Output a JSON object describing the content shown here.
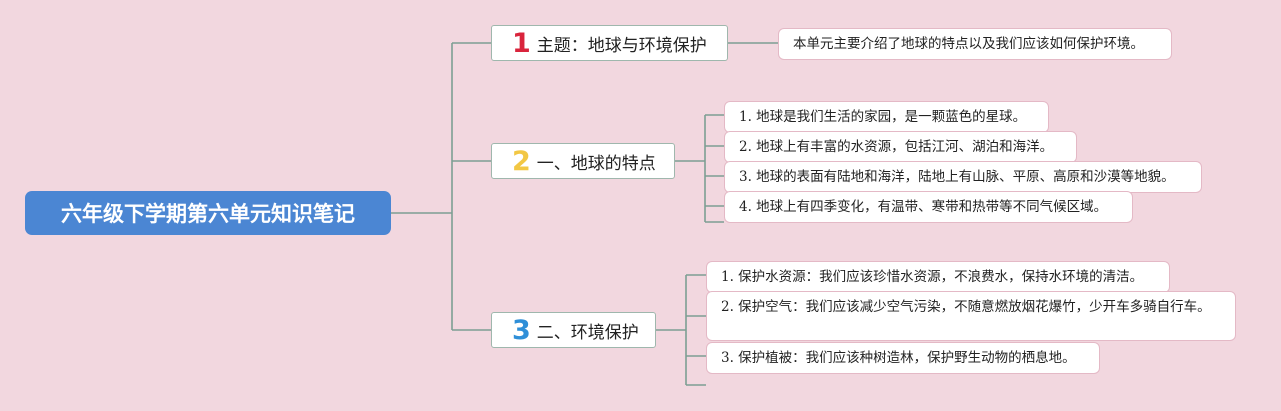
{
  "root": {
    "title": "六年级下学期第六单元知识笔记"
  },
  "branches": [
    {
      "number": "1",
      "number_color": "#d9243c",
      "label": "主题：地球与环境保护",
      "children": [
        "本单元主要介绍了地球的特点以及我们应该如何保护环境。"
      ]
    },
    {
      "number": "2",
      "number_color": "#f2c744",
      "label": "一、地球的特点",
      "children": [
        "1. 地球是我们生活的家园，是一颗蓝色的星球。",
        "2. 地球上有丰富的水资源，包括江河、湖泊和海洋。",
        "3. 地球的表面有陆地和海洋，陆地上有山脉、平原、高原和沙漠等地貌。",
        "4. 地球上有四季变化，有温带、寒带和热带等不同气候区域。"
      ]
    },
    {
      "number": "3",
      "number_color": "#2f8fd8",
      "label": "二、环境保护",
      "children": [
        "1. 保护水资源：我们应该珍惜水资源，不浪费水，保持水环境的清洁。",
        "2. 保护空气：我们应该减少空气污染，不随意燃放烟花爆竹，少开车多骑自行车。",
        "3. 保护植被：我们应该种树造林，保护野生动物的栖息地。"
      ]
    }
  ],
  "colors": {
    "background": "#f2d7df",
    "root_fill": "#4b86d3",
    "connector": "#7d9e93"
  }
}
